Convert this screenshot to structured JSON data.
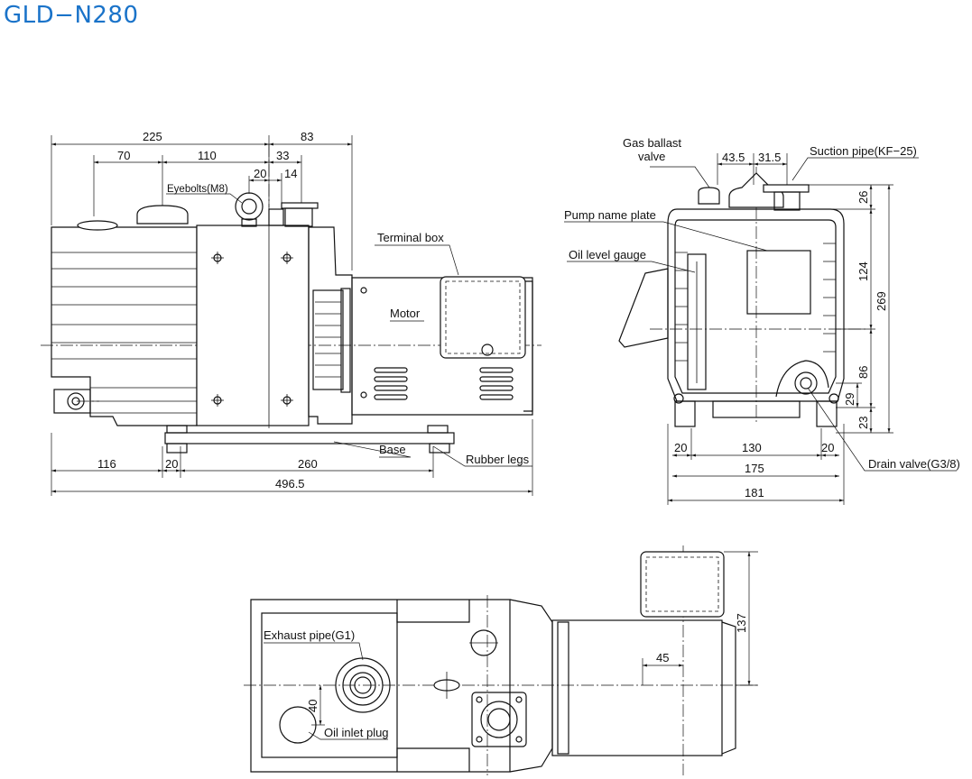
{
  "title": "GLD−N280",
  "accent_color": "#1a73c9",
  "side_view": {
    "dims": {
      "d225": "225",
      "d83": "83",
      "d70": "70",
      "d110": "110",
      "d33": "33",
      "d20": "20",
      "d14": "14",
      "d116": "116",
      "d20b": "20",
      "d260": "260",
      "d4965": "496.5"
    },
    "labels": {
      "eyebolts": "Eyebolts(M8)",
      "terminal_box": "Terminal box",
      "motor": "Motor",
      "base": "Base",
      "rubber_legs": "Rubber legs"
    }
  },
  "end_view": {
    "dims": {
      "d435": "43.5",
      "d315": "31.5",
      "d26": "26",
      "d124": "124",
      "d269": "269",
      "d86": "86",
      "d29": "29",
      "d23": "23",
      "d20l": "20",
      "d130": "130",
      "d20r": "20",
      "d175": "175",
      "d181": "181"
    },
    "labels": {
      "gas_ballast_1": "Gas ballast",
      "gas_ballast_2": "valve",
      "suction_pipe": "Suction pipe(KF−25)",
      "pump_name_plate": "Pump name plate",
      "oil_level_gauge": "Oil level gauge",
      "drain_valve": "Drain valve(G3/8)"
    }
  },
  "top_view": {
    "dims": {
      "d137": "137",
      "d45": "45",
      "d40": "40"
    },
    "labels": {
      "exhaust_pipe": "Exhaust pipe(G1)",
      "oil_inlet_plug": "Oil inlet plug"
    }
  }
}
